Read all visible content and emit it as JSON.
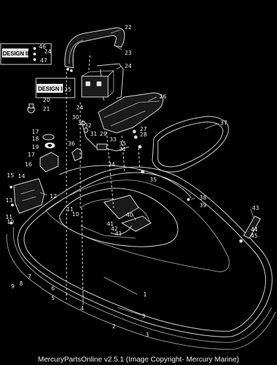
{
  "diagram": {
    "design_labels": [
      "DESIGN II",
      "DESIGN I"
    ],
    "callouts": [
      "1",
      "2",
      "3",
      "3",
      "4",
      "5",
      "6",
      "7",
      "8",
      "9",
      "10",
      "10",
      "11",
      "11",
      "12",
      "13",
      "14",
      "15",
      "16",
      "17",
      "17",
      "18",
      "19",
      "20",
      "21",
      "22",
      "23",
      "24",
      "24",
      "24",
      "25",
      "26",
      "27",
      "28",
      "29",
      "30",
      "31",
      "31",
      "31",
      "32",
      "33",
      "34",
      "35",
      "35",
      "36",
      "37",
      "38",
      "39",
      "40",
      "41",
      "41",
      "42",
      "43",
      "44",
      "45",
      "46",
      "47"
    ]
  },
  "footer": {
    "text": "MercuryPartsOnline v2.5.1 (Image Copyright- Mercury Marine)"
  }
}
